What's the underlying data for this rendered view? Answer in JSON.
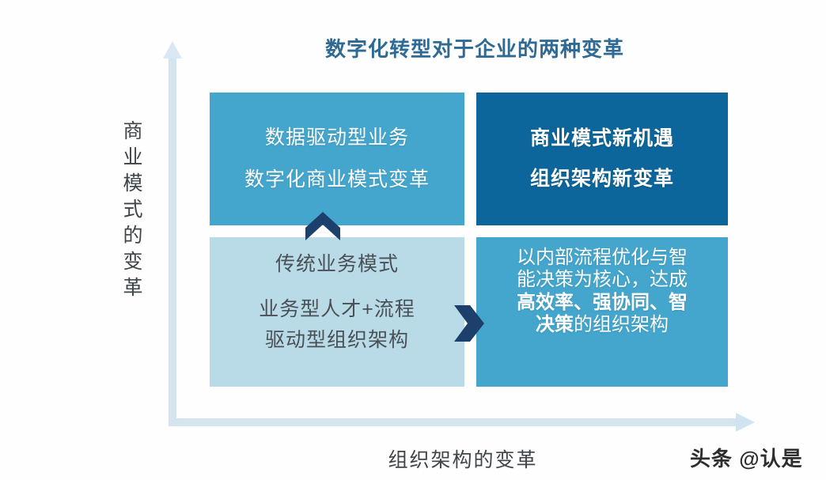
{
  "title": "数字化转型对于企业的两种变革",
  "axes": {
    "y_label": "商业模式的变革",
    "x_label": "组织架构的变革",
    "y_arrow_icon": "arrow-up-icon",
    "x_arrow_icon": "arrow-right-icon"
  },
  "quadrants": {
    "top_left": {
      "line1": "数据驱动型业务",
      "line2": "数字化商业模式变革",
      "bg_color": "#45a6cd",
      "text_color": "#ffffff"
    },
    "top_right": {
      "line1": "商业模式新机遇",
      "line2": "组织架构新变革",
      "bg_color": "#0c669b",
      "text_color": "#ffffff"
    },
    "bottom_left": {
      "line1": "传统业务模式",
      "line2": "业务型人才+流程",
      "line3": "驱动型组织架构",
      "bg_color": "#b9dbe7",
      "text_color": "#4a5055"
    },
    "bottom_right": {
      "line1": "以内部流程优化与智",
      "line2": "能决策为核心，达成",
      "line3": "高效率、强协同、智",
      "line4": "决策的组织架构",
      "bg_color": "#45a6cd",
      "text_color": "#ffffff"
    }
  },
  "arrows": {
    "up": "chevron-up-icon",
    "right": "chevron-right-icon",
    "color": "#1d3f6b"
  },
  "watermark": "头条 @认是",
  "colors": {
    "title": "#2e6a93",
    "axis": "#d4e5f0",
    "accent_dark": "#0c669b",
    "accent_mid": "#45a6cd",
    "accent_light": "#b9dbe7",
    "arrow_navy": "#1d3f6b"
  }
}
